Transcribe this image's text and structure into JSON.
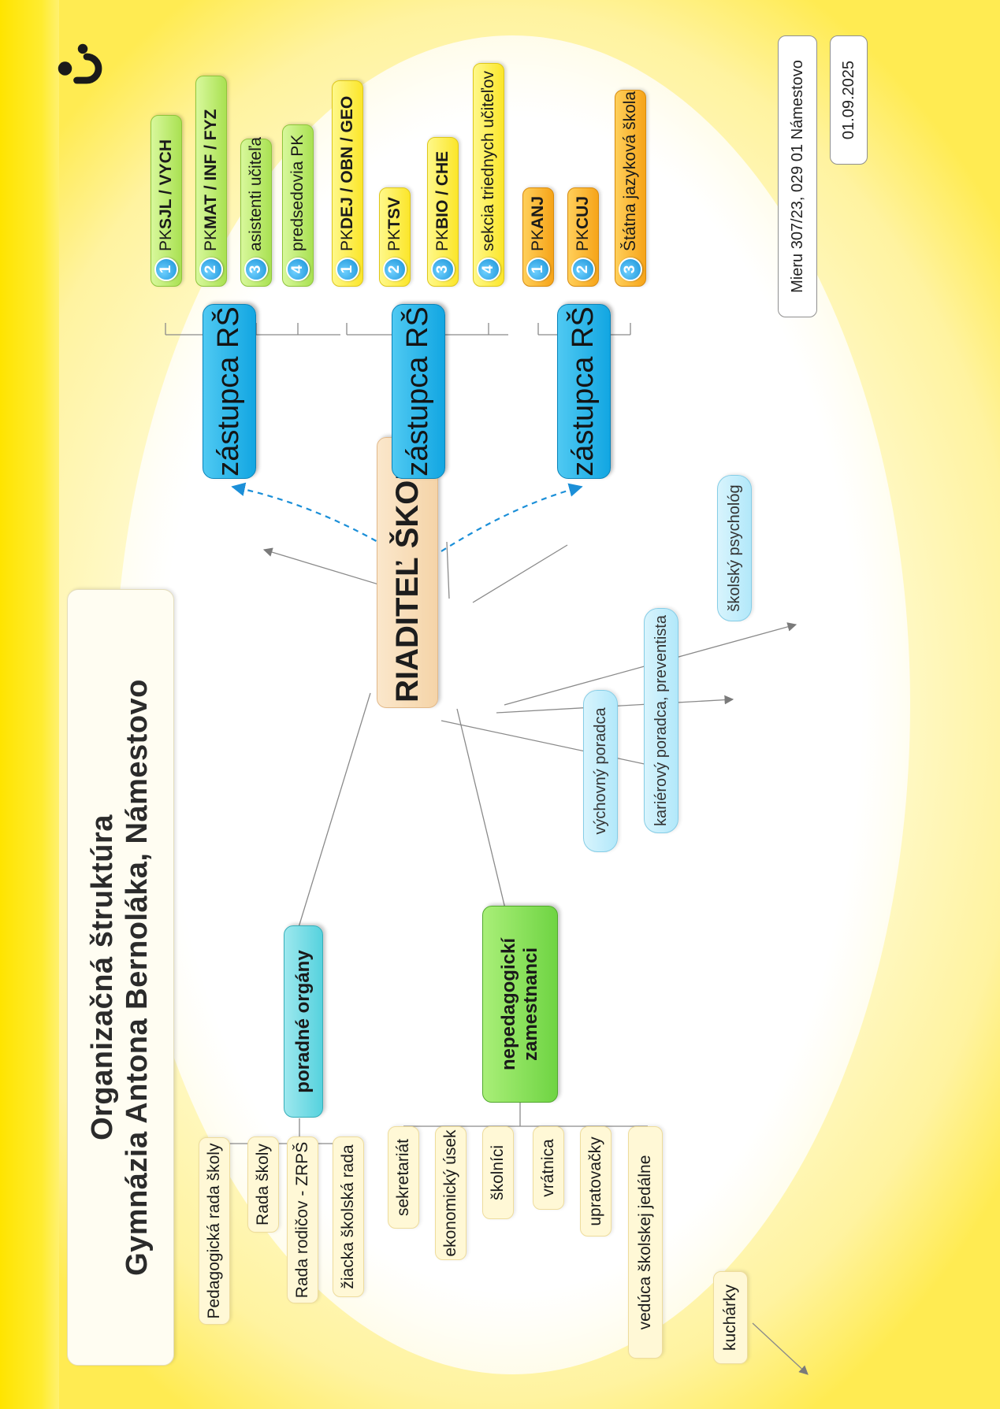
{
  "title": {
    "line1": "Organizačná štruktúra",
    "line2": "Gymnázia Antona Bernoláka, Námestovo"
  },
  "principal": "RIADITEĽ ŠKOLY",
  "deputies": [
    {
      "label": "zástupca RŠ",
      "groups": [
        {
          "num": "1",
          "prefix": "PK ",
          "bold": "SJL / VYCH"
        },
        {
          "num": "2",
          "prefix": "PK ",
          "bold": "MAT / INF / FYZ"
        },
        {
          "num": "3",
          "prefix": "asistenti učiteľa",
          "bold": ""
        },
        {
          "num": "4",
          "prefix": "predsedovia PK",
          "bold": ""
        }
      ]
    },
    {
      "label": "zástupca RŠ",
      "groups": [
        {
          "num": "1",
          "prefix": "PK ",
          "bold": "DEJ / OBN / GEO"
        },
        {
          "num": "2",
          "prefix": "PK ",
          "bold": "TSV"
        },
        {
          "num": "3",
          "prefix": "PK ",
          "bold": "BIO / CHE"
        },
        {
          "num": "4",
          "prefix": "sekcia triednych učiteľov",
          "bold": ""
        }
      ]
    },
    {
      "label": "zástupca RŠ",
      "groups": [
        {
          "num": "1",
          "prefix": "PK ",
          "bold": "ANJ"
        },
        {
          "num": "2",
          "prefix": "PK ",
          "bold": "CUJ"
        },
        {
          "num": "3",
          "prefix": "Štátna jazyková škola",
          "bold": ""
        }
      ]
    }
  ],
  "advisory": {
    "header": "poradné orgány",
    "items": [
      "Pedagogická rada školy",
      "Rada školy",
      "Rada rodičov - ZRPŠ",
      "žiacka školská rada"
    ]
  },
  "nonteaching": {
    "header_line1": "nepedagogickí",
    "header_line2": "zamestnanci",
    "items": [
      "sekretariát",
      "ekonomický úsek",
      "školníci",
      "vrátnica",
      "upratovačky",
      "vedúca školskej jedálne"
    ],
    "sub": "kuchárky"
  },
  "support": [
    "výchovný poradca",
    "kariérový poradca, preventista",
    "školský psychológ"
  ],
  "info": {
    "address": "Mieru 307/23, 029 01 Námestovo",
    "date": "01.09.2025"
  },
  "colors": {
    "accent_yellow": "#ffe400",
    "deputy_blue": "#12a6e2",
    "group_green": "#a9e152",
    "group_yellow": "#fbe62a",
    "group_orange": "#f6a419"
  },
  "logo_icon": "smile-logo-icon"
}
